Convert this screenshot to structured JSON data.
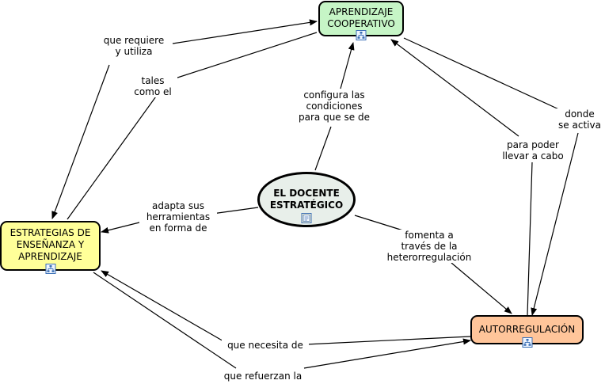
{
  "nodes": {
    "cooperativo": {
      "label": "APRENDIZAJE\nCOOPERATIVO",
      "fill": "#c6f5c6"
    },
    "docente": {
      "label": "EL DOCENTE\nESTRATÉGICO",
      "fill": "#e8efea"
    },
    "estrategias": {
      "label": "ESTRATEGIAS DE\nENSEÑANZA Y\nAPRENDIZAJE",
      "fill": "#ffff99"
    },
    "autorregulacion": {
      "label": "AUTORREGULACIÓN",
      "fill": "#ffc59a"
    }
  },
  "links": {
    "que_requiere": "que requiere\ny utiliza",
    "tales_como": "tales\ncomo el",
    "configura": "configura las\ncondiciones\npara que se de",
    "donde_activa": "donde\nse activa",
    "para_poder": "para poder\nllevar a cabo",
    "adapta": "adapta sus\nherramientas\nen forma de",
    "fomenta": "fomenta a\ntravés de la\nheterorregulación",
    "necesita": "que necesita de",
    "refuerzan": "que refuerzan la"
  },
  "icons": {
    "concept_map_icon": "concept-map-icon",
    "document_icon": "document-icon"
  }
}
